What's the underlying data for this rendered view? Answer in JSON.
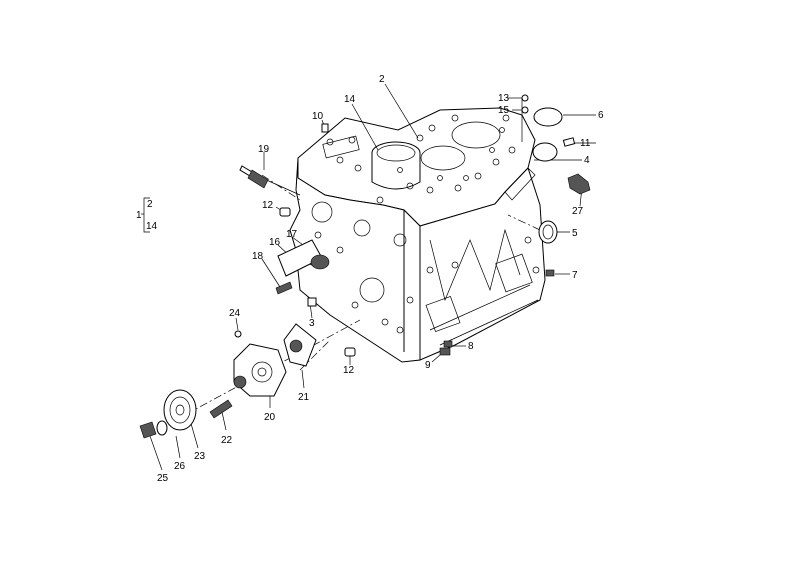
{
  "diagram": {
    "group_bracket": {
      "label_left": "1",
      "items": [
        "2",
        "14"
      ]
    },
    "callouts": [
      "2",
      "4",
      "5",
      "6",
      "7",
      "8",
      "9",
      "10",
      "11",
      "12",
      "12",
      "13",
      "14",
      "15",
      "16",
      "17",
      "18",
      "19",
      "20",
      "21",
      "22",
      "23",
      "24",
      "25",
      "26",
      "27",
      "3"
    ]
  }
}
